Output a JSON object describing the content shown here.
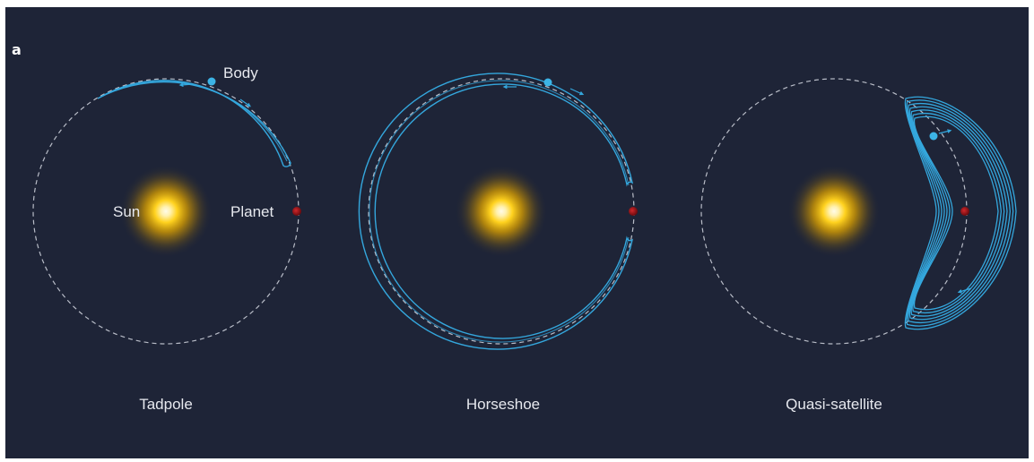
{
  "figure": {
    "panel_letter": "a",
    "colors": {
      "background": "#1e2437",
      "orbit_dashed": "#b9bdc8",
      "trajectory": "#34a7dd",
      "body": "#3cb4e6",
      "sun_core": "#fff6d0",
      "sun_glow": "#f2b400",
      "planet": "#a3151a",
      "text": "#e6e8ee"
    },
    "panels": [
      {
        "caption": "Tadpole",
        "labels": {
          "sun": "Sun",
          "planet": "Planet",
          "body": "Body"
        },
        "icons": [
          "sun-icon",
          "planet-icon",
          "body-icon",
          "orbit-path",
          "trajectory-path"
        ]
      },
      {
        "caption": "Horseshoe",
        "icons": [
          "sun-icon",
          "planet-icon",
          "body-icon",
          "orbit-path",
          "trajectory-path"
        ]
      },
      {
        "caption": "Quasi-satellite",
        "icons": [
          "sun-icon",
          "planet-icon",
          "body-icon",
          "orbit-path",
          "trajectory-path"
        ]
      }
    ]
  }
}
